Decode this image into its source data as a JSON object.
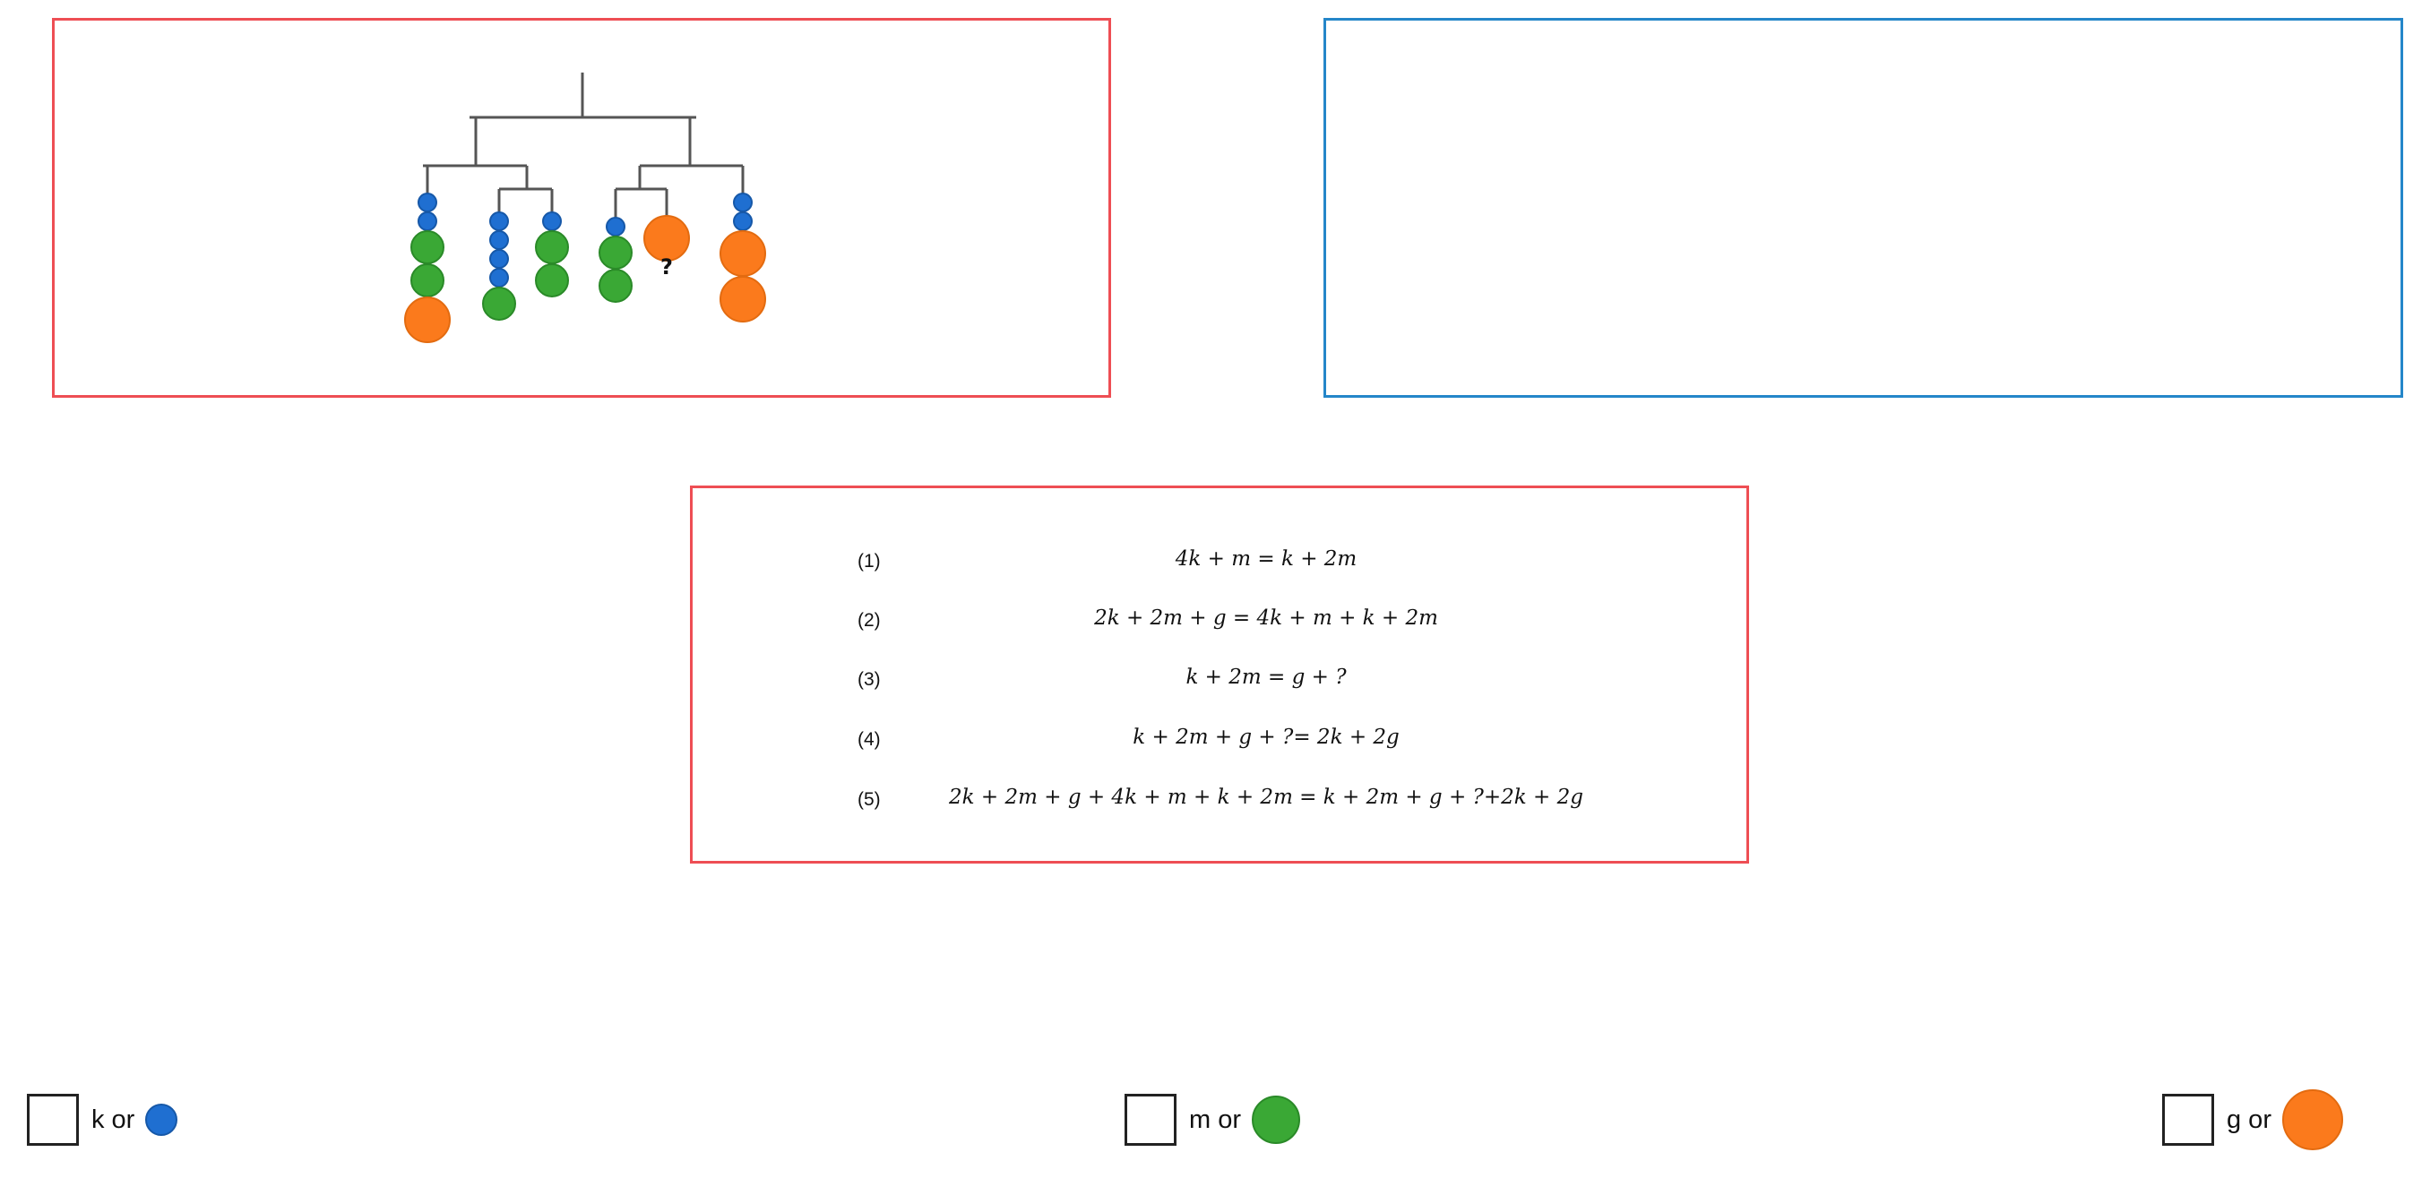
{
  "colors": {
    "blue_bead": "#1f6fd1",
    "green_bead": "#3aa835",
    "orange_bead": "#fb7a1c",
    "mobile_bar": "#555555",
    "panel_red": "#ee4e54",
    "panel_blue": "#2486c9"
  },
  "mobile": {
    "unknown_label": "?",
    "strings": [
      {
        "beads": [
          "k",
          "k",
          "m",
          "m",
          "g"
        ]
      },
      {
        "beads": [
          "k",
          "k",
          "k",
          "k",
          "m"
        ]
      },
      {
        "beads": [
          "k",
          "m",
          "m"
        ]
      },
      {
        "beads": [
          "k",
          "m",
          "m"
        ]
      },
      {
        "beads": [
          "g"
        ],
        "unknown": true
      },
      {
        "beads": [
          "k",
          "k",
          "g",
          "g"
        ]
      }
    ]
  },
  "equations": [
    {
      "number": "(1)",
      "text": "4k + m = k + 2m"
    },
    {
      "number": "(2)",
      "text": "2k + 2m + g = 4k + m + k + 2m"
    },
    {
      "number": "(3)",
      "text": "k + 2m = g + ?"
    },
    {
      "number": "(4)",
      "text": "k + 2m + g + ?= 2k + 2g"
    },
    {
      "number": "(5)",
      "text": "2k + 2m + g + 4k + m + k + 2m =  k + 2m + g + ?+2k + 2g"
    }
  ],
  "legend": [
    {
      "label": "k or",
      "shape": "blue-circle",
      "color": "#1f6fd1"
    },
    {
      "label": "m or",
      "shape": "green-circle",
      "color": "#3aa835"
    },
    {
      "label": "g or",
      "shape": "orange-circle",
      "color": "#fb7a1c"
    }
  ]
}
